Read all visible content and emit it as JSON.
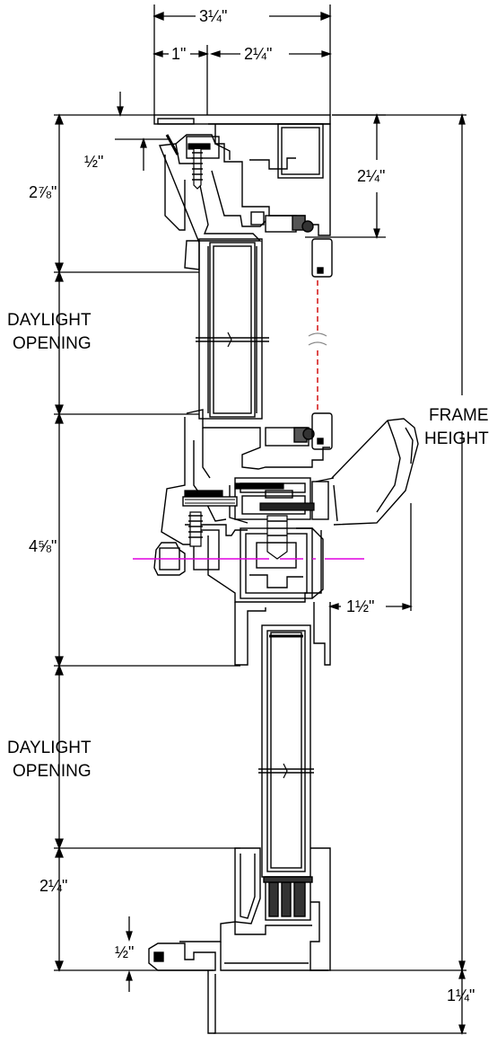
{
  "labels": {
    "daylight_opening_top_1": "DAYLIGHT",
    "daylight_opening_top_2": "OPENING",
    "daylight_opening_bottom_1": "DAYLIGHT",
    "daylight_opening_bottom_2": "OPENING",
    "frame_height_1": "FRAME",
    "frame_height_2": "HEIGHT"
  },
  "dimensions": {
    "overall_width": "3¼\"",
    "left_width": "1\"",
    "right_width": "2¼\"",
    "top_offset": "½\"",
    "top_head": "2⅞\"",
    "top_right": "2¼\"",
    "meeting_rail": "4⅝\"",
    "handle_projection": "1½\"",
    "bottom_sill": "2¼\"",
    "bottom_offset": "½\"",
    "bottom_extension": "1¼\""
  },
  "colors": {
    "line": "#000000",
    "hidden_line": "#d62020",
    "center_line": "#e000e0"
  }
}
